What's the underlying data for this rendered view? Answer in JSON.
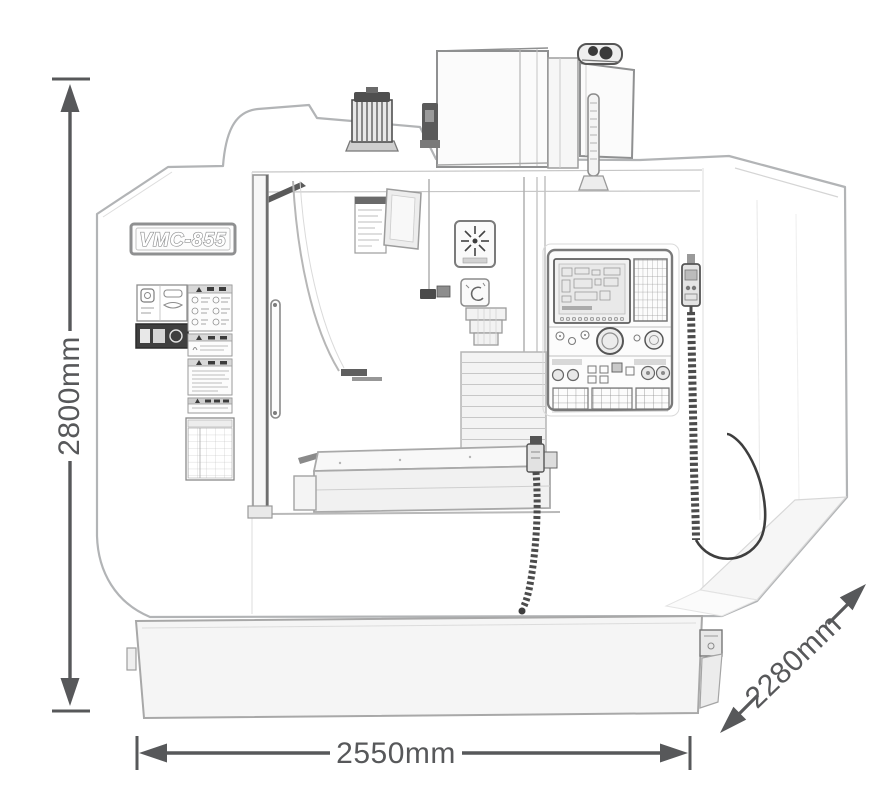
{
  "title": "VMC-855 vertical machining center dimension drawing",
  "machine": {
    "model_badge": "VMC-855",
    "style": "light pencil-sketch line art, front three-quarter view",
    "parts": [
      "spindle-motor",
      "tool-magazine-housing",
      "electrical-cabinet",
      "beacon-unit",
      "signal-tower",
      "door-opening",
      "sliding-door",
      "spindle-head",
      "spindle-nose",
      "worktable",
      "way-cover",
      "cnc-control-panel",
      "crt-screen",
      "keypad",
      "jog-knob",
      "pendant-handwheel",
      "coiled-cable",
      "machine-base",
      "warning-labels",
      "specification-label"
    ]
  },
  "dimensions": {
    "height": {
      "label": "2800mm",
      "axis": "vertical",
      "position": "left"
    },
    "width": {
      "label": "2550mm",
      "axis": "horizontal",
      "position": "bottom"
    },
    "depth": {
      "label": "2280mm",
      "axis": "diagonal",
      "position": "bottom-right"
    }
  },
  "colors": {
    "dimension_ink": "#57585a",
    "sketch_light": "#b2b4b6",
    "sketch_mid": "#8f9091",
    "sketch_dark": "#4a4a4a",
    "background": "#ffffff"
  }
}
